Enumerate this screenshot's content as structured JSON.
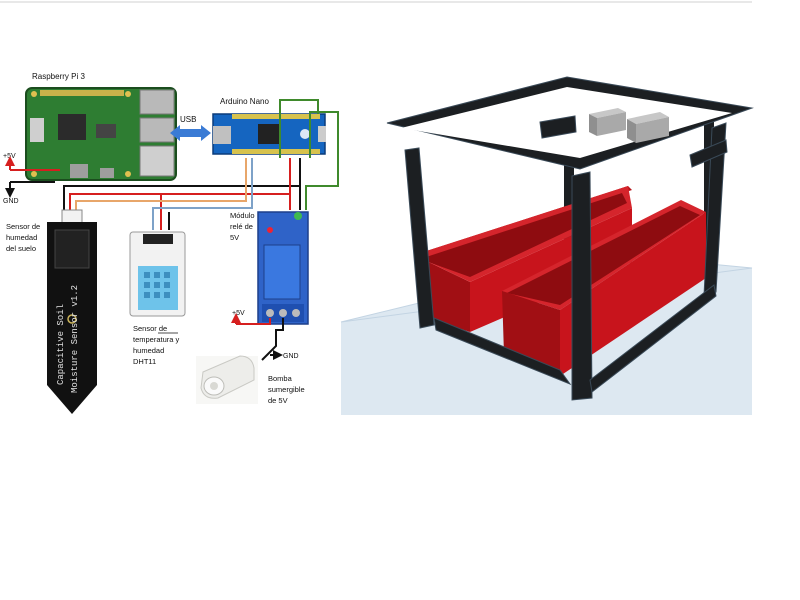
{
  "wiring": {
    "raspberry_pi": "Raspberry Pi 3",
    "arduino": "Arduino Nano",
    "usb": "USB",
    "plus5v_left": "+5V",
    "gnd_left": "GND",
    "soil_sensor": [
      "Sensor de",
      "humedad",
      "del suelo"
    ],
    "soil_board_text": [
      "Capacitive  Soil",
      "Moisture Sensor v1.2"
    ],
    "relay_module": [
      "Módulo",
      "relé de",
      "5V"
    ],
    "temp_sensor": [
      "Sensor de",
      "temperatura y",
      "humedad",
      "DHT11"
    ],
    "plus5v_pump": "+5V",
    "gnd_pump": "GND",
    "pump": [
      "Bomba",
      "sumergible",
      "de 5V"
    ]
  },
  "colors": {
    "wire_red": "#d61f1f",
    "wire_black": "#111111",
    "wire_orange": "#e8a66a",
    "wire_blue": "#7ea2c8",
    "wire_green": "#3f8a2c",
    "relay_blue": "#2f63c8",
    "dht_blue": "#6ec3ea",
    "pcb_green": "#2e7d32",
    "arduino_blue": "#1565c0",
    "frame_black": "#1c1f22",
    "planter_red": "#c8141c"
  }
}
